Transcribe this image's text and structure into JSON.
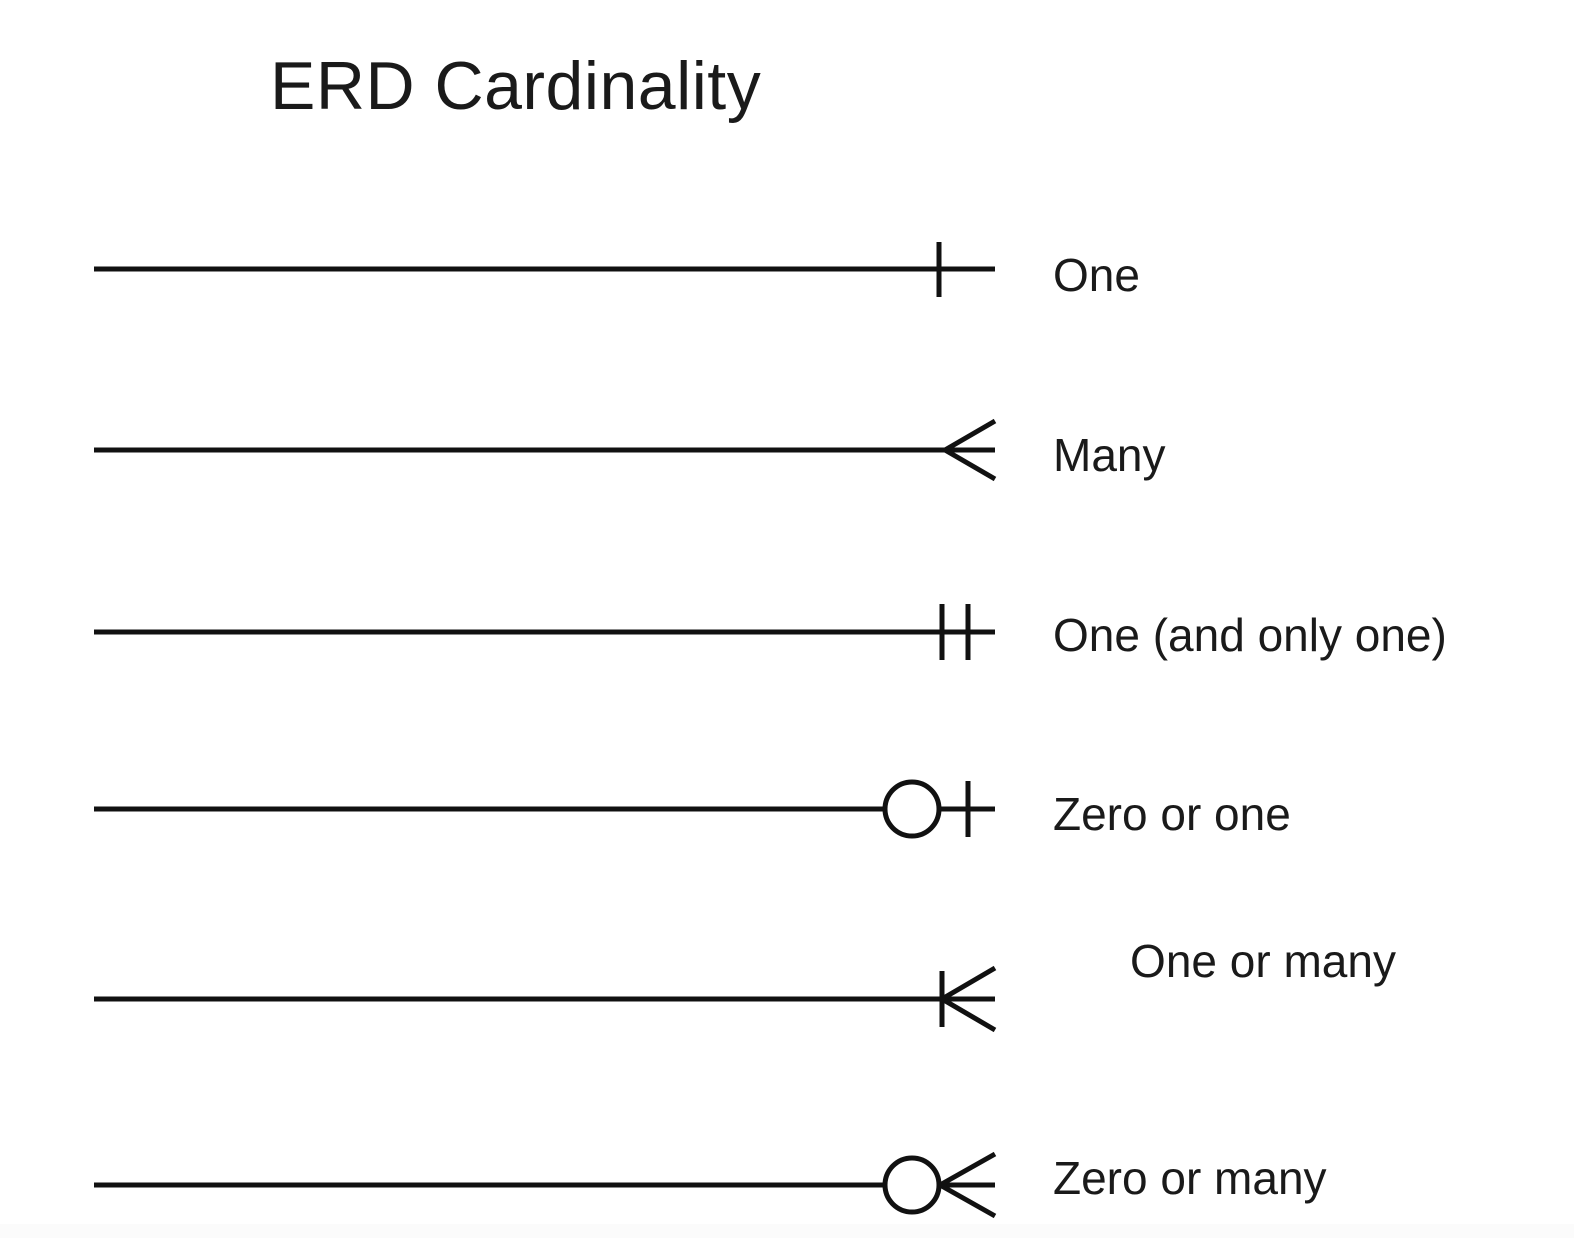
{
  "page": {
    "title": "ERD Cardinality",
    "background_color": "#ffffff",
    "stroke_color": "#111111"
  },
  "legend": {
    "rows": [
      {
        "symbol": "one",
        "symbol_description": "line-with-single-vertical-tick",
        "label": "One"
      },
      {
        "symbol": "many",
        "symbol_description": "line-with-crows-foot",
        "label": "Many"
      },
      {
        "symbol": "one-and-only-one",
        "symbol_description": "line-with-two-vertical-ticks",
        "label": "One (and only one)"
      },
      {
        "symbol": "zero-or-one",
        "symbol_description": "line-with-circle-and-vertical-tick",
        "label": "Zero or one"
      },
      {
        "symbol": "one-or-many",
        "symbol_description": "line-with-vertical-tick-and-crows-foot",
        "label": "One or many"
      },
      {
        "symbol": "zero-or-many",
        "symbol_description": "line-with-circle-and-crows-foot",
        "label": "Zero or many"
      }
    ]
  }
}
